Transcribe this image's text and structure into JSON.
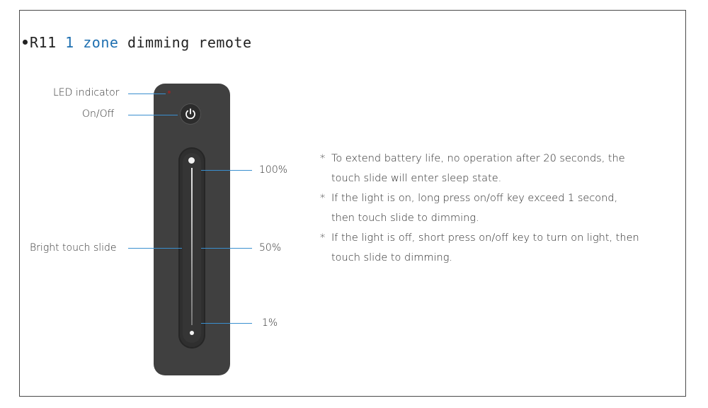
{
  "title": {
    "prefix": "R11 ",
    "highlight": "1 zone",
    "suffix": " dimming remote",
    "accent_color": "#1e6fb0"
  },
  "callouts": {
    "led_indicator": "LED indicator",
    "on_off": "On/Off",
    "bright_touch_slide": "Bright touch slide",
    "level_100": "100%",
    "level_50": "50%",
    "level_1": "1%"
  },
  "notes": [
    {
      "star": "*",
      "line1": "To extend battery life, no operation after 20 seconds, the",
      "line2": "touch slide will enter sleep state."
    },
    {
      "star": "*",
      "line1": "If the light is on, long press on/off key exceed 1 second,",
      "line2": "then touch slide to dimming."
    },
    {
      "star": "*",
      "line1": "If the light is off, short press on/off key to turn on light, then",
      "line2": "touch slide to dimming."
    }
  ],
  "icons": {
    "power": "power-icon",
    "led": "led-dot"
  },
  "colors": {
    "remote_body": "#404040",
    "leader_line": "#3a8fcf",
    "led": "#8a2a2a"
  }
}
